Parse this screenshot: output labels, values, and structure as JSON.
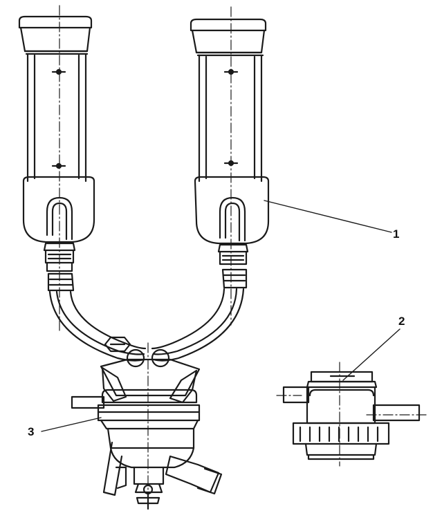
{
  "diagram": {
    "callouts": [
      {
        "id": "1",
        "label": "1"
      },
      {
        "id": "2",
        "label": "2"
      },
      {
        "id": "3",
        "label": "3"
      }
    ],
    "colors": {
      "line": "#1a1a1a",
      "background": "#ffffff"
    }
  }
}
